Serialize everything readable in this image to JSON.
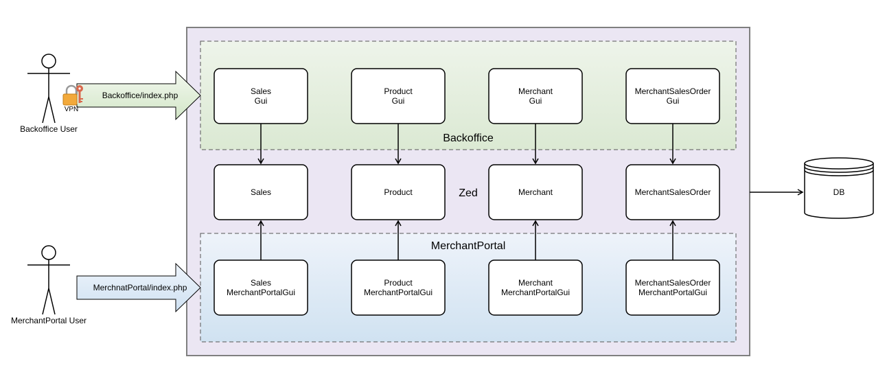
{
  "actors": {
    "backoffice": {
      "label": "Backoffice User",
      "vpn_label": "VPN"
    },
    "merchant_portal": {
      "label": "MerchantPortal User"
    }
  },
  "entry_arrows": {
    "backoffice": {
      "label": "Backoffice/index.php"
    },
    "merchant_portal": {
      "label": "MerchnatPortal/index.php"
    }
  },
  "containers": {
    "zed": {
      "label": "Zed"
    },
    "backoffice": {
      "label": "Backoffice"
    },
    "merchant_portal": {
      "label": "MerchantPortal"
    }
  },
  "gui_modules": [
    {
      "line1": "Sales",
      "line2": "Gui"
    },
    {
      "line1": "Product",
      "line2": "Gui"
    },
    {
      "line1": "Merchant",
      "line2": "Gui"
    },
    {
      "line1": "MerchantSalesOrder",
      "line2": "Gui"
    }
  ],
  "core_modules": [
    {
      "label": "Sales"
    },
    {
      "label": "Product"
    },
    {
      "label": "Merchant"
    },
    {
      "label": "MerchantSalesOrder"
    }
  ],
  "portal_modules": [
    {
      "line1": "Sales",
      "line2": "MerchantPortalGui"
    },
    {
      "line1": "Product",
      "line2": "MerchantPortalGui"
    },
    {
      "line1": "Merchant",
      "line2": "MerchantPortalGui"
    },
    {
      "line1": "MerchantSalesOrder",
      "line2": "MerchantPortalGui"
    }
  ],
  "database": {
    "label": "DB"
  },
  "colors": {
    "zed_fill": "#ebe6f3",
    "backoffice_fill_top": "#eef4ea",
    "backoffice_fill_bottom": "#dbe9d3",
    "portal_fill_top": "#eef3fa",
    "portal_fill_bottom": "#d0e2f1",
    "backoffice_arrow_top": "#f3f8ef",
    "backoffice_arrow_bottom": "#d2e6c7",
    "portal_arrow_top": "#eef4fb",
    "portal_arrow_bottom": "#cfe1f2",
    "lock_body": "#f2a93b",
    "key": "#d9694d"
  }
}
